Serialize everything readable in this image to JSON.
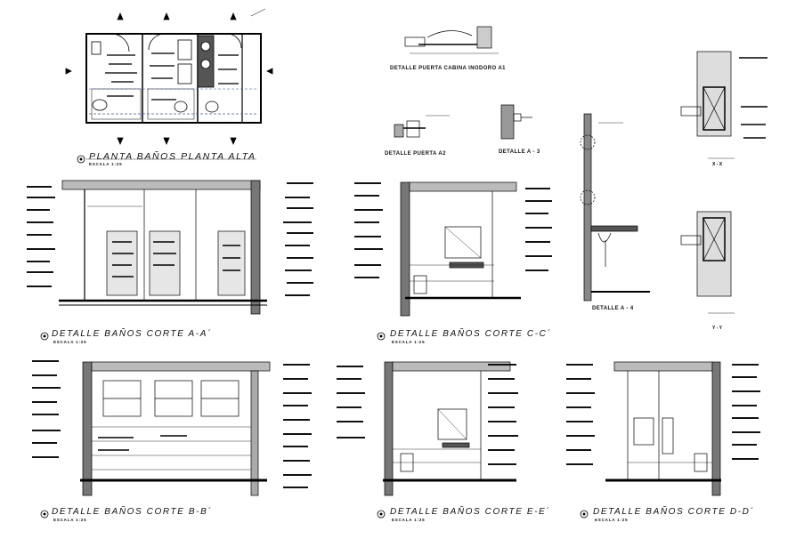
{
  "drawings": {
    "plan_title": "PLANTA BAÑOS PLANTA ALTA",
    "plan_scale": "ESCALA 1:25",
    "section_aa_title": "DETALLE BAÑOS   CORTE A-A´",
    "section_aa_scale": "ESCALA 1:25",
    "section_cc_title": "DETALLE BAÑOS   CORTE C-C´",
    "section_cc_scale": "ESCALA 1:25",
    "section_bb_title": "DETALLE BAÑOS   CORTE B-B´",
    "section_bb_scale": "ESCALA 1:25",
    "section_ee_title": "DETALLE BAÑOS   CORTE E-E´",
    "section_ee_scale": "ESCALA 1:25",
    "section_dd_title": "DETALLE BAÑOS   CORTE D-D´",
    "section_dd_scale": "ESCALA 1:25",
    "detail_a1_title": "DETALLE PUERTA CABINA INODORO  A1",
    "detail_a2_title": "DETALLE PUERTA A2",
    "detail_a3_title": "DETALLE A - 3",
    "detail_a4_title": "DETALLE A - 4",
    "section_xx_label": "X - X",
    "section_yy_label": "Y - Y"
  }
}
